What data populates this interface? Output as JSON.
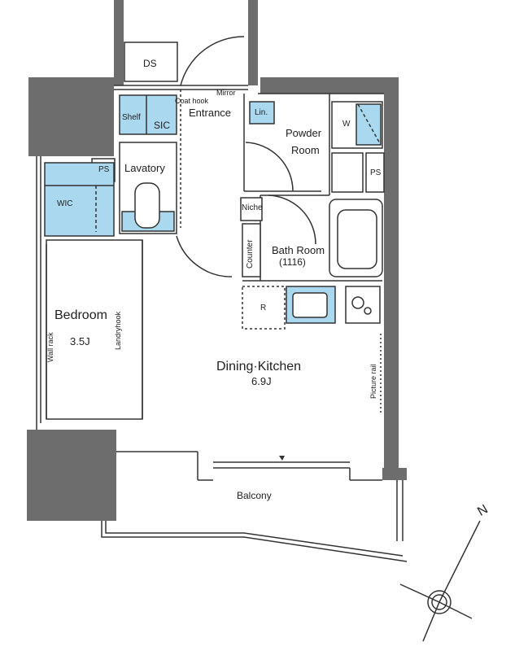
{
  "plan": {
    "rooms": {
      "ds": "DS",
      "entrance": "Entrance",
      "mirror": "Mirror",
      "coat_hook": "Coat hook",
      "shelf": "Shelf",
      "sic": "SIC",
      "lin": "Lin.",
      "powder_room_line1": "Powder",
      "powder_room_line2": "Room",
      "w": "W",
      "ps_left": "PS",
      "ps_right": "PS",
      "lavatory": "Lavatory",
      "wic": "WIC",
      "niche": "Niche",
      "counter": "Counter",
      "bath_room": "Bath Room",
      "bath_room_size": "(1116)",
      "r": "R",
      "bedroom": "Bedroom",
      "bedroom_size": "3.5J",
      "wall_rack": "Wall rack",
      "landryhook": "Landryhook",
      "dining_kitchen": "Dining·Kitchen",
      "dining_kitchen_size": "6.9J",
      "picture_rail": "Picture rail",
      "balcony": "Balcony"
    },
    "compass_label": "N",
    "colors": {
      "wall": "#6d6d6d",
      "storage_fill": "#a9d8ef",
      "line": "#333333"
    }
  }
}
